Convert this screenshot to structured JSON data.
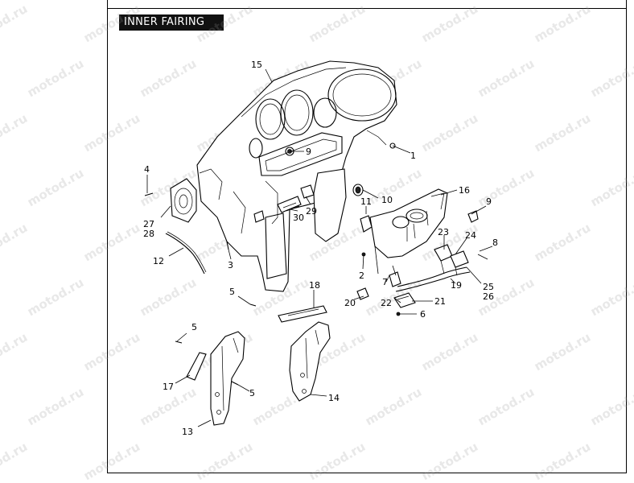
{
  "title": "INNER FAIRING",
  "watermark": "motod.ru",
  "callouts": [
    {
      "id": "c1",
      "label": "1"
    },
    {
      "id": "c2",
      "label": "2"
    },
    {
      "id": "c3",
      "label": "3"
    },
    {
      "id": "c4",
      "label": "4"
    },
    {
      "id": "c5a",
      "label": "5"
    },
    {
      "id": "c5b",
      "label": "5"
    },
    {
      "id": "c5c",
      "label": "5"
    },
    {
      "id": "c6",
      "label": "6"
    },
    {
      "id": "c7",
      "label": "7"
    },
    {
      "id": "c8",
      "label": "8"
    },
    {
      "id": "c9a",
      "label": "9"
    },
    {
      "id": "c9b",
      "label": "9"
    },
    {
      "id": "c10",
      "label": "10"
    },
    {
      "id": "c11",
      "label": "11"
    },
    {
      "id": "c12",
      "label": "12"
    },
    {
      "id": "c13",
      "label": "13"
    },
    {
      "id": "c14",
      "label": "14"
    },
    {
      "id": "c15",
      "label": "15"
    },
    {
      "id": "c16",
      "label": "16"
    },
    {
      "id": "c17",
      "label": "17"
    },
    {
      "id": "c18",
      "label": "18"
    },
    {
      "id": "c19",
      "label": "19"
    },
    {
      "id": "c20",
      "label": "20"
    },
    {
      "id": "c21",
      "label": "21"
    },
    {
      "id": "c22",
      "label": "22"
    },
    {
      "id": "c23",
      "label": "23"
    },
    {
      "id": "c24",
      "label": "24"
    },
    {
      "id": "c25",
      "label": "25"
    },
    {
      "id": "c26",
      "label": "26"
    },
    {
      "id": "c27",
      "label": "27"
    },
    {
      "id": "c28",
      "label": "28"
    },
    {
      "id": "c29",
      "label": "29"
    },
    {
      "id": "c30",
      "label": "30"
    }
  ]
}
